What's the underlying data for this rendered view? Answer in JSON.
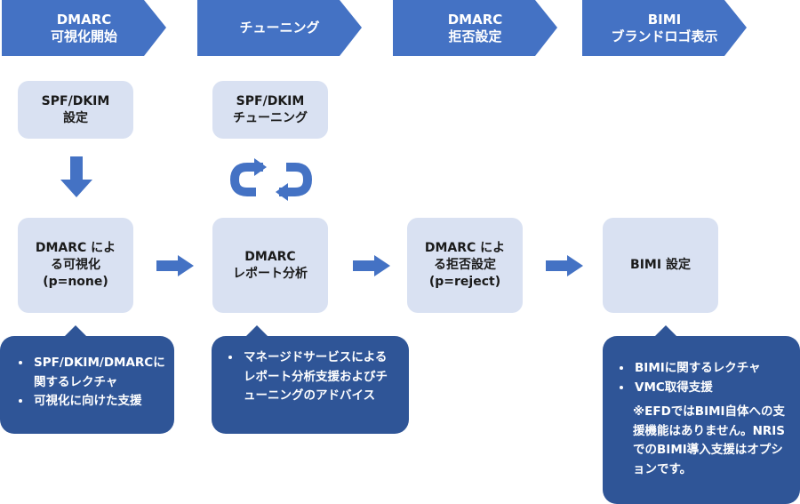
{
  "phases": [
    {
      "line1": "DMARC",
      "line2": "可視化開始"
    },
    {
      "line1": "チューニング",
      "line2": ""
    },
    {
      "line1": "DMARC",
      "line2": "拒否設定"
    },
    {
      "line1": "BIMI",
      "line2": "ブランドロゴ表示"
    }
  ],
  "top_boxes": [
    {
      "line1": "SPF/DKIM",
      "line2": "設定"
    },
    {
      "line1": "SPF/DKIM",
      "line2": "チューニング"
    }
  ],
  "main_boxes": [
    {
      "line1": "DMARC によ",
      "line2": "る可視化",
      "line3": "(p=none)"
    },
    {
      "line1": "DMARC",
      "line2": "レポート分析",
      "line3": ""
    },
    {
      "line1": "DMARC によ",
      "line2": "る拒否設定",
      "line3": "(p=reject)"
    },
    {
      "line1": "BIMI 設定",
      "line2": "",
      "line3": ""
    }
  ],
  "notes": [
    {
      "bullets": [
        "SPF/DKIM/DMARCに関するレクチャ",
        "可視化に向けた支援"
      ],
      "extra": ""
    },
    {
      "bullets": [
        "マネージドサービスによるレポート分析支援およびチューニングのアドバイス"
      ],
      "extra": ""
    },
    {
      "bullets": [
        "BIMIに関するレクチャ",
        "VMC取得支援"
      ],
      "extra": "※EFDではBIMI自体への支援機能はありません。NRISでのBIMI導入支援はオプションです。"
    }
  ],
  "colors": {
    "phase_fill": "#4472c4",
    "box_fill": "#d9e1f2",
    "note_fill": "#2f5597",
    "arrow_fill": "#4472c4"
  },
  "icons": [
    "arrow-down-icon",
    "cycle-icon",
    "arrow-right-icon"
  ]
}
